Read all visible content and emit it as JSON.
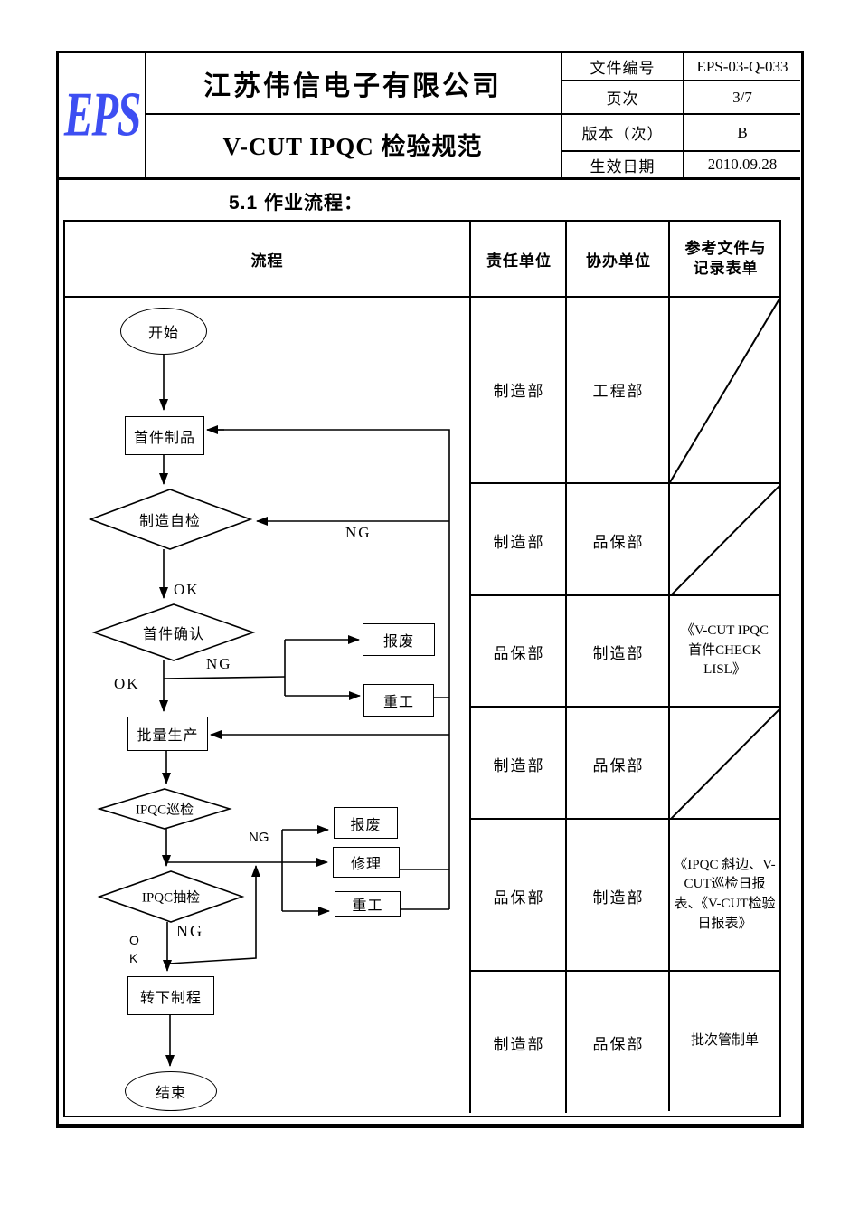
{
  "header": {
    "logo_text": "EPS",
    "company_name": "江苏伟信电子有限公司",
    "document_title": "V-CUT IPQC 检验规范",
    "fields": [
      {
        "label": "文件编号",
        "value": "EPS-03-Q-033"
      },
      {
        "label": "页次",
        "value": "3/7"
      },
      {
        "label": "版本（次）",
        "value": "B"
      },
      {
        "label": "生效日期",
        "value": "2010.09.28"
      }
    ]
  },
  "section": {
    "title": "5.1 作业流程："
  },
  "table": {
    "headers": {
      "process": "流程",
      "responsible": "责任单位",
      "assisting": "协办单位",
      "reference": "参考文件与记录表单"
    },
    "rows": [
      {
        "responsible": "制造部",
        "assisting": "工程部",
        "reference": ""
      },
      {
        "responsible": "制造部",
        "assisting": "品保部",
        "reference": ""
      },
      {
        "responsible": "品保部",
        "assisting": "制造部",
        "reference": "《V-CUT IPQC 首件CHECK LISL》"
      },
      {
        "responsible": "制造部",
        "assisting": "品保部",
        "reference": ""
      },
      {
        "responsible": "品保部",
        "assisting": "制造部",
        "reference": "《IPQC 斜边、V-CUT巡检日报表、《V-CUT检验日报表》"
      },
      {
        "responsible": "制造部",
        "assisting": "品保部",
        "reference": "批次管制单"
      }
    ]
  },
  "flowchart": {
    "nodes": {
      "start": "开始",
      "first_article": "首件制品",
      "self_inspection": "制造自检",
      "first_article_confirm": "首件确认",
      "scrap_1": "报废",
      "rework_1": "重工",
      "mass_production": "批量生产",
      "ipqc_patrol": "IPQC巡检",
      "scrap_2": "报废",
      "repair": "修理",
      "rework_2": "重工",
      "ipqc_sampling": "IPQC抽检",
      "next_process": "转下制程",
      "end": "结束"
    },
    "labels": {
      "ng_self_inspection": "NG",
      "ok_self_inspection": "OK",
      "ng_first_confirm": "NG",
      "ok_first_confirm": "OK",
      "ng_patrol": "NG",
      "ng_sampling": "NG",
      "ok_sampling_o": "O",
      "ok_sampling_k": "K"
    }
  },
  "colors": {
    "logo_blue": "#3d4ef2",
    "line": "#000000"
  }
}
